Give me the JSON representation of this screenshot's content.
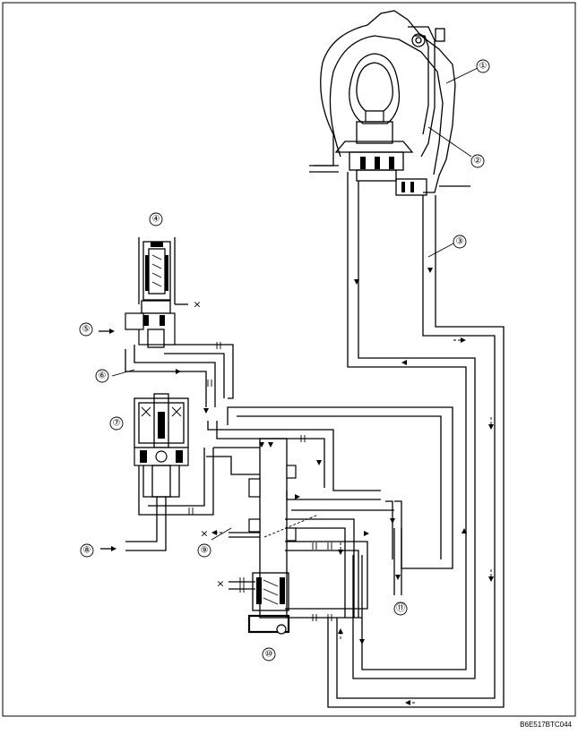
{
  "callouts": [
    {
      "id": "c1",
      "label": "①"
    },
    {
      "id": "c2",
      "label": "②"
    },
    {
      "id": "c3",
      "label": "③"
    },
    {
      "id": "c4",
      "label": "④"
    },
    {
      "id": "c5",
      "label": "⑤"
    },
    {
      "id": "c6",
      "label": "⑥"
    },
    {
      "id": "c7",
      "label": "⑦"
    },
    {
      "id": "c8",
      "label": "⑧"
    },
    {
      "id": "c9",
      "label": "⑨"
    },
    {
      "id": "c10",
      "label": "⑩"
    },
    {
      "id": "c11",
      "label": "⑪"
    }
  ],
  "drain_mark": "×",
  "figure_code": "B6E517BTC044"
}
